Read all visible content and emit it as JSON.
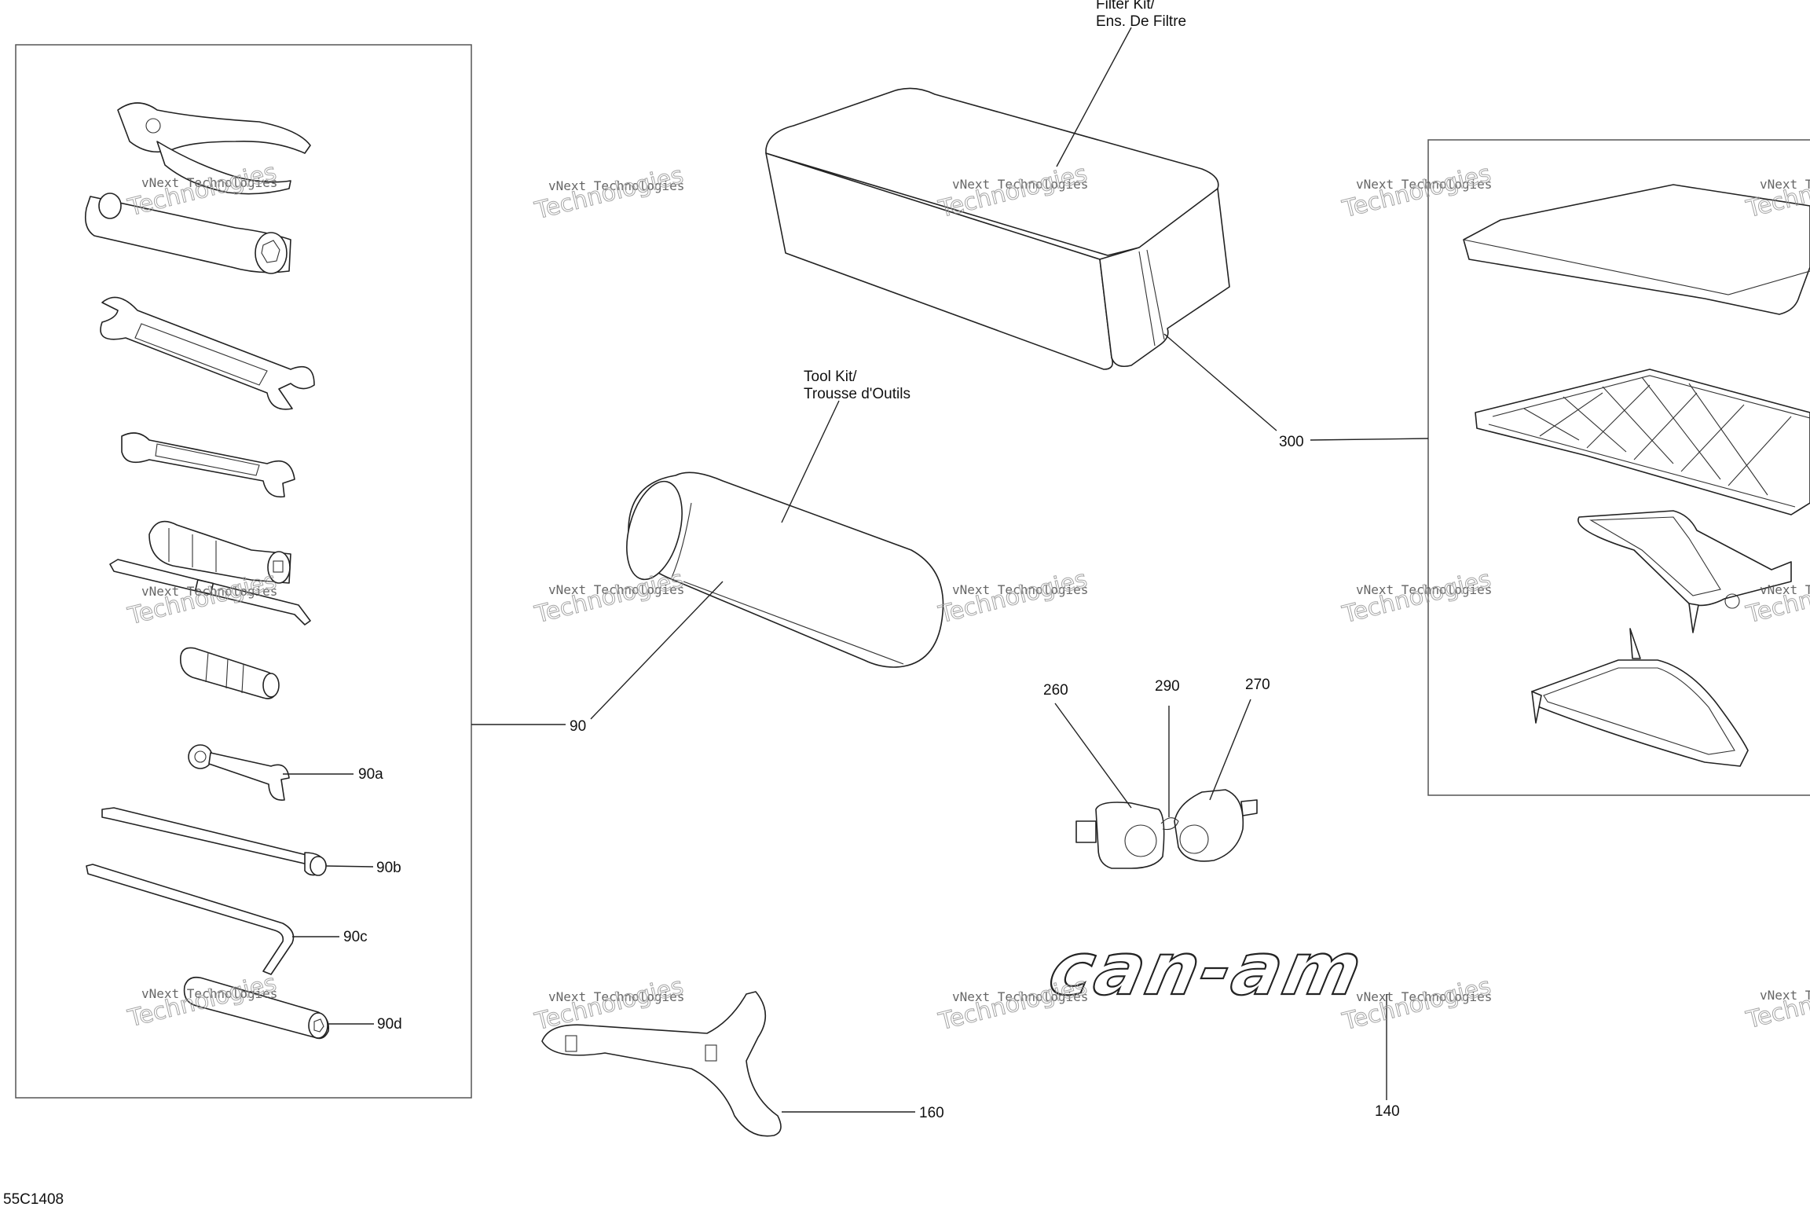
{
  "diagram": {
    "drawing_code": "55C1408",
    "callouts": {
      "filter_kit": [
        "Filter Kit/",
        "Ens. De Filtre"
      ],
      "tool_kit": [
        "Tool Kit/",
        "Trousse d'Outils"
      ],
      "p90": "90",
      "p90a": "90a",
      "p90b": "90b",
      "p90c": "90c",
      "p90d": "90d",
      "p160": "160",
      "p140": "140",
      "p260": "260",
      "p290": "290",
      "p270": "270",
      "p300": "300"
    },
    "decal_text": "can-am",
    "watermark": {
      "line1": "vNext Technologies",
      "line2": "Technologies"
    }
  }
}
